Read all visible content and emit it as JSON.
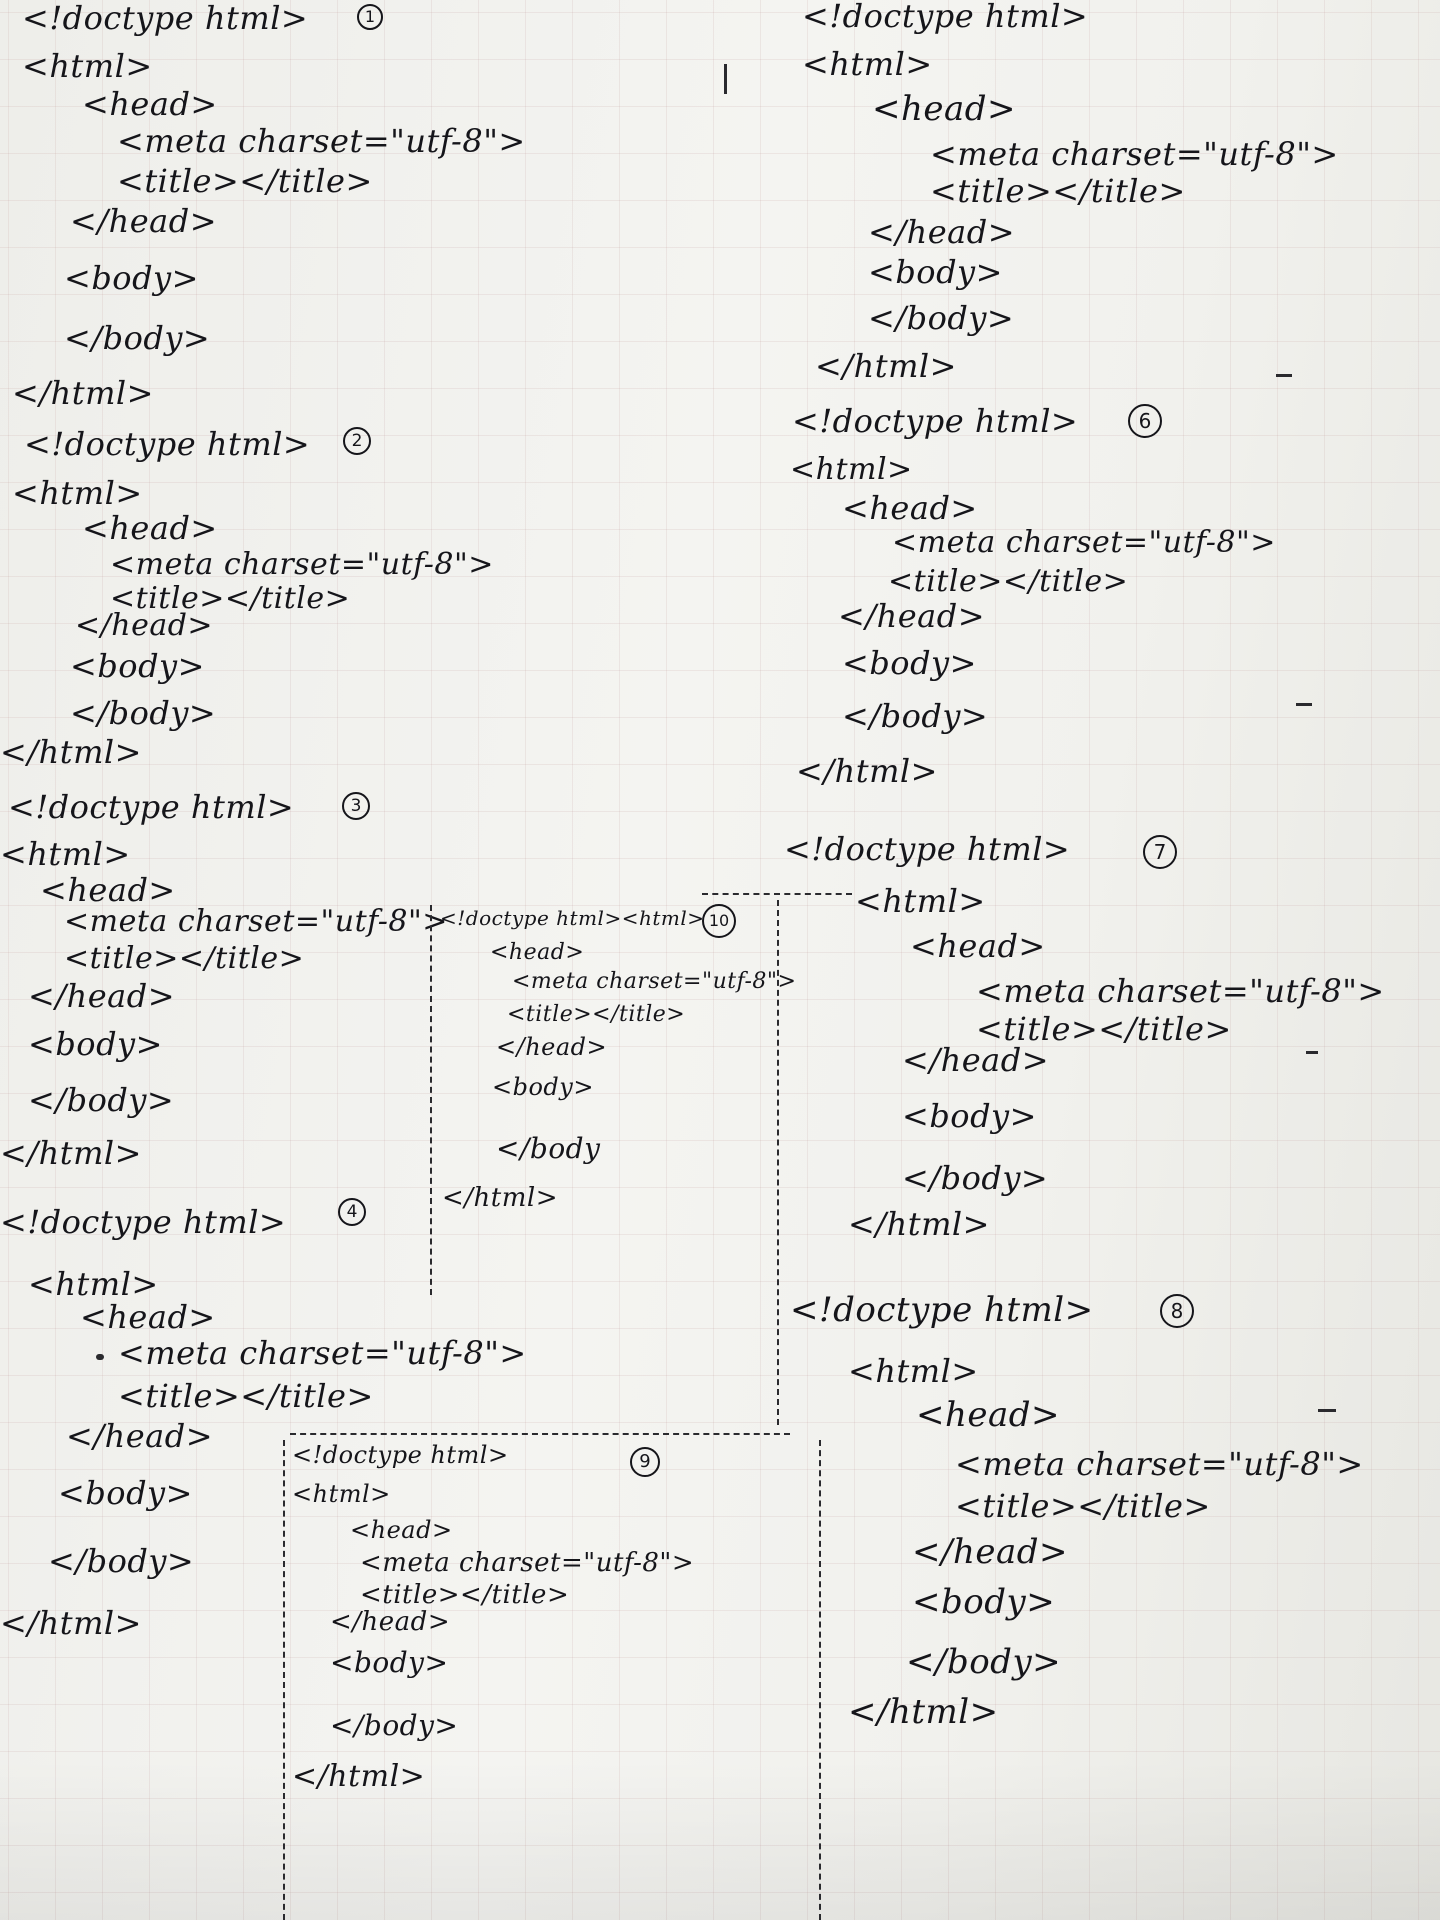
{
  "notes": [
    {
      "number": "1",
      "lines": [
        "<!doctype html>",
        "<html>",
        "<head>",
        "<meta charset=\"utf-8\">",
        "<title></title>",
        "</head>",
        "<body>",
        "</body>",
        "</html>"
      ]
    },
    {
      "number": "2",
      "lines": [
        "<!doctype html>",
        "<html>",
        "<head>",
        "<meta charset=\"utf-8\">",
        "<title></title>",
        "</head>",
        "<body>",
        "</body>",
        "</html>"
      ]
    },
    {
      "number": "3",
      "lines": [
        "<!doctype html>",
        "<html>",
        "<head>",
        "<meta charset=\"utf-8\">",
        "<title></title>",
        "</head>",
        "<body>",
        "</body>",
        "</html>"
      ]
    },
    {
      "number": "4",
      "lines": [
        "<!doctype html>",
        "<html>",
        "<head>",
        "<meta charset=\"utf-8\">",
        "<title></title>",
        "</head>",
        "<body>",
        "</body>",
        "</html>"
      ]
    },
    {
      "number": "",
      "lines": [
        "<!doctype html>",
        "<html>",
        "<head>",
        "<meta charset=\"utf-8\">",
        "<title></title>",
        "</head>",
        "<body>",
        "</body>",
        "</html>"
      ]
    },
    {
      "number": "6",
      "lines": [
        "<!doctype html>",
        "<html>",
        "<head>",
        "<meta charset=\"utf-8\">",
        "<title></title>",
        "</head>",
        "<body>",
        "</body>",
        "</html>"
      ]
    },
    {
      "number": "7",
      "lines": [
        "<!doctype html>",
        "<html>",
        "<head>",
        "<meta charset=\"utf-8\">",
        "<title></title>",
        "</head>",
        "<body>",
        "</body>",
        "</html>"
      ]
    },
    {
      "number": "8",
      "lines": [
        "<!doctype html>",
        "<html>",
        "<head>",
        "<meta charset=\"utf-8\">",
        "<title></title>",
        "</head>",
        "<body>",
        "</body>",
        "</html>"
      ]
    },
    {
      "number": "9",
      "lines": [
        "<!doctype html>",
        "<html>",
        "<head>",
        "<meta charset=\"utf-8\">",
        "<title></title>",
        "</head>",
        "<body>",
        "</body>",
        "</html>"
      ]
    },
    {
      "number": "10",
      "lines": [
        "<!doctype html><html>",
        "<head>",
        "<meta charset=\"utf-8\">",
        "<title></title>",
        "</head>",
        "<body>",
        "</body",
        "</html>"
      ]
    }
  ],
  "colors": {
    "paper": "#f1f1ee",
    "ink": "#15151a",
    "grid": "#e3cfcf"
  }
}
